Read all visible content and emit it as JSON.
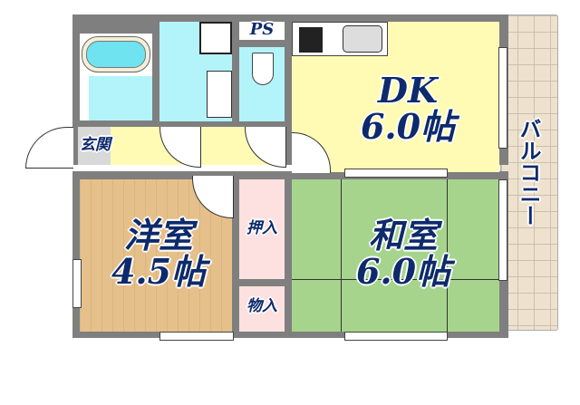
{
  "floorplan": {
    "rooms": {
      "dk": {
        "name": "DK",
        "size": "6.0帖"
      },
      "western": {
        "name": "洋室",
        "size": "4.5帖"
      },
      "japanese": {
        "name": "和室",
        "size": "6.0帖"
      },
      "closet1": {
        "name": "押入"
      },
      "closet2": {
        "name": "物入"
      },
      "entrance": {
        "name": "玄関"
      },
      "ps": {
        "name": "PS"
      },
      "balcony": {
        "name": "バルコニー"
      }
    },
    "colors": {
      "wall": "#7f7f7f",
      "bath": "#b3f4fb",
      "dk": "#fffbb5",
      "western": "#e6c08a",
      "japanese": "#a6d48d",
      "closet": "#fde0e0",
      "entrance": "#d9d9d9",
      "balcony": "#eee2cf",
      "label": "#0d2a6b"
    }
  }
}
